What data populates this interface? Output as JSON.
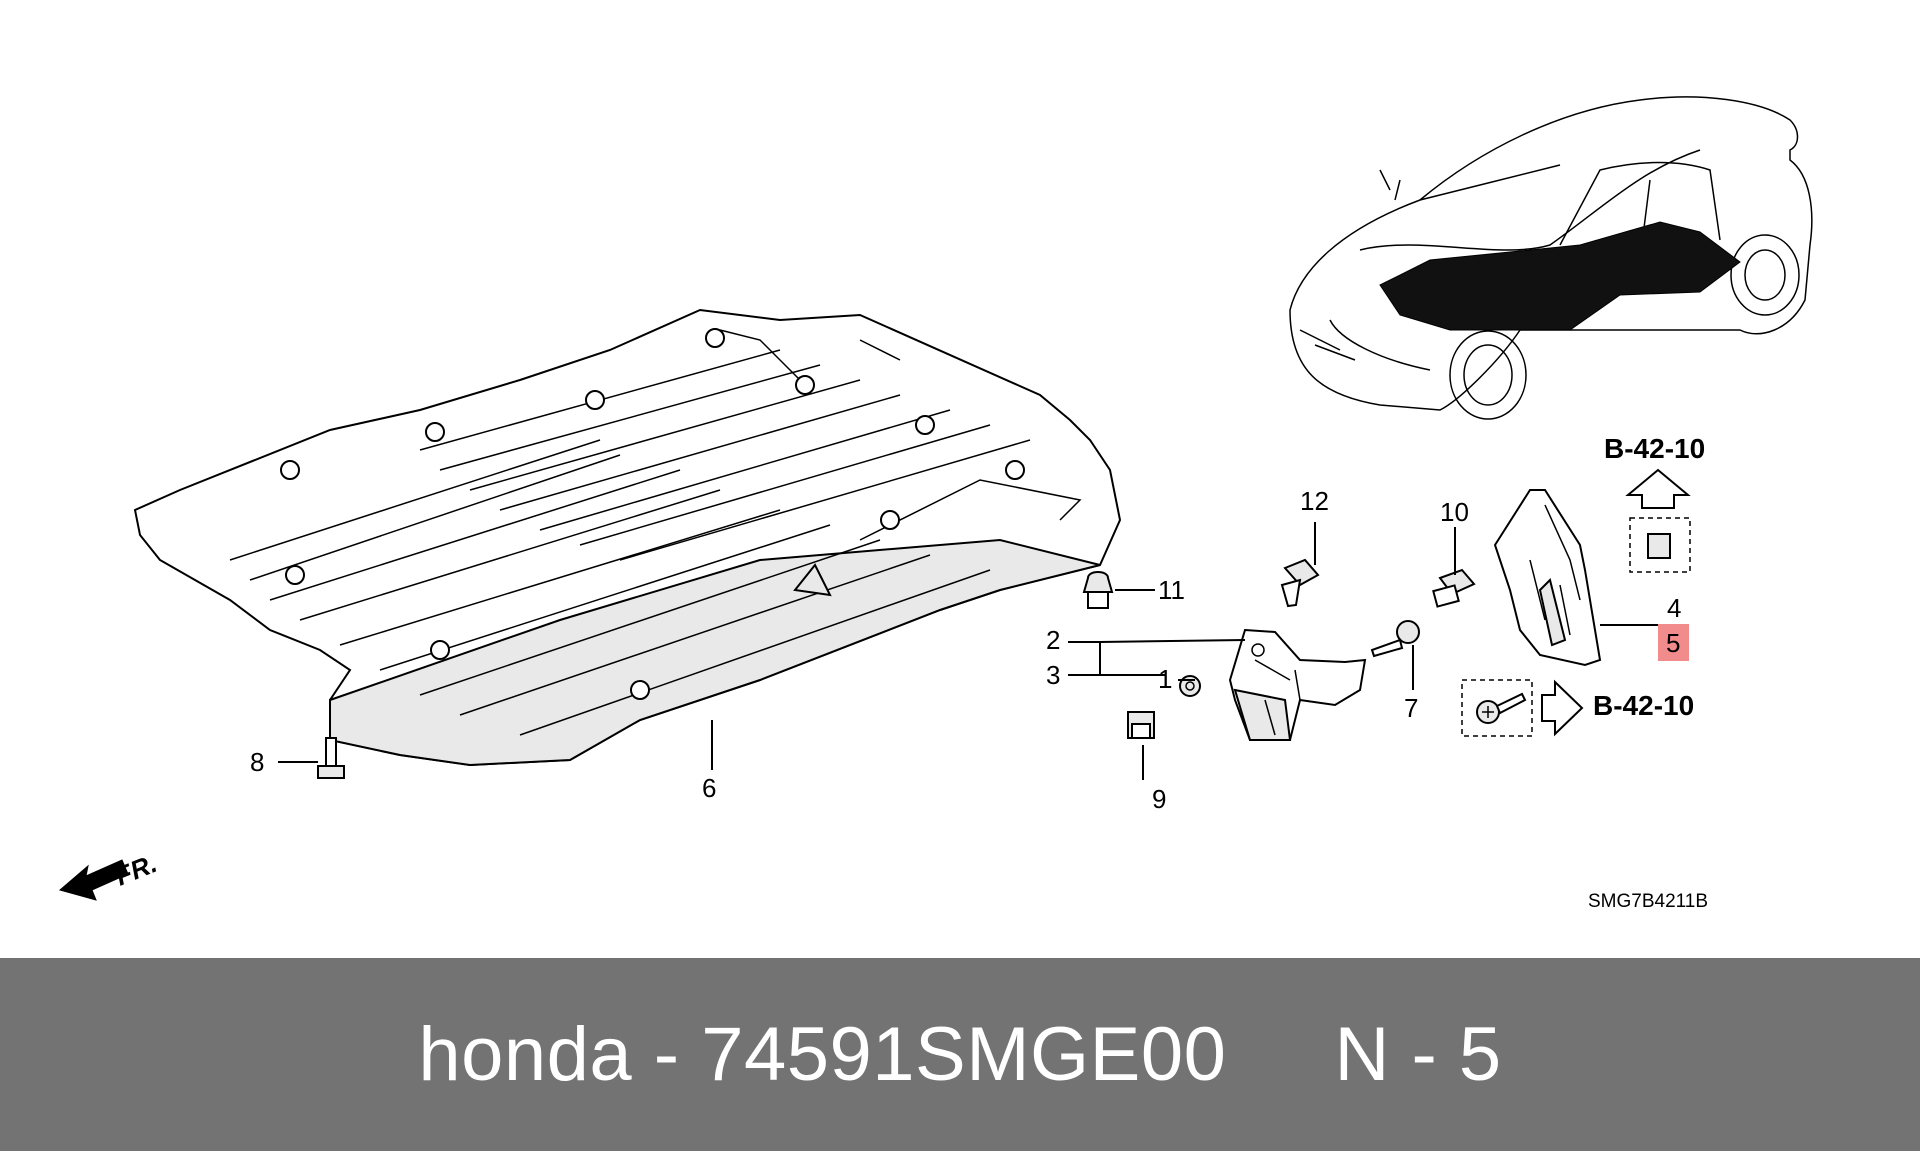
{
  "diagram": {
    "callouts": [
      {
        "id": "1",
        "label": "1"
      },
      {
        "id": "2",
        "label": "2"
      },
      {
        "id": "3",
        "label": "3"
      },
      {
        "id": "4",
        "label": "4"
      },
      {
        "id": "5",
        "label": "5"
      },
      {
        "id": "6",
        "label": "6"
      },
      {
        "id": "7",
        "label": "7"
      },
      {
        "id": "8",
        "label": "8"
      },
      {
        "id": "9",
        "label": "9"
      },
      {
        "id": "10",
        "label": "10"
      },
      {
        "id": "11",
        "label": "11"
      },
      {
        "id": "12",
        "label": "12"
      }
    ],
    "highlighted_callout": "5",
    "highlight_color": "#f28b8b",
    "reference_top": "B-42-10",
    "reference_right": "B-42-10",
    "front_marker": "FR.",
    "diagram_code": "SMG7B4211B"
  },
  "footer": {
    "caption": "honda - 74591SMGE00     N - 5",
    "background": "#737373"
  }
}
